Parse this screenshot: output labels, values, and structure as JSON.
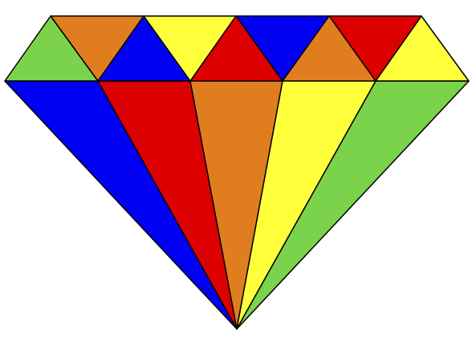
{
  "palette": {
    "green": "#7bd24b",
    "orange": "#e07e1f",
    "blue": "#0000f2",
    "yellow": "#ffff3c",
    "red": "#dc0000",
    "outline": "#000000",
    "background": "#ffffff"
  },
  "crown_upper_row": [
    "orange",
    "yellow",
    "blue",
    "red"
  ],
  "crown_lower_row": [
    "green",
    "blue",
    "red",
    "orange",
    "yellow"
  ],
  "pavilion": [
    "blue",
    "red",
    "orange",
    "yellow",
    "green"
  ]
}
